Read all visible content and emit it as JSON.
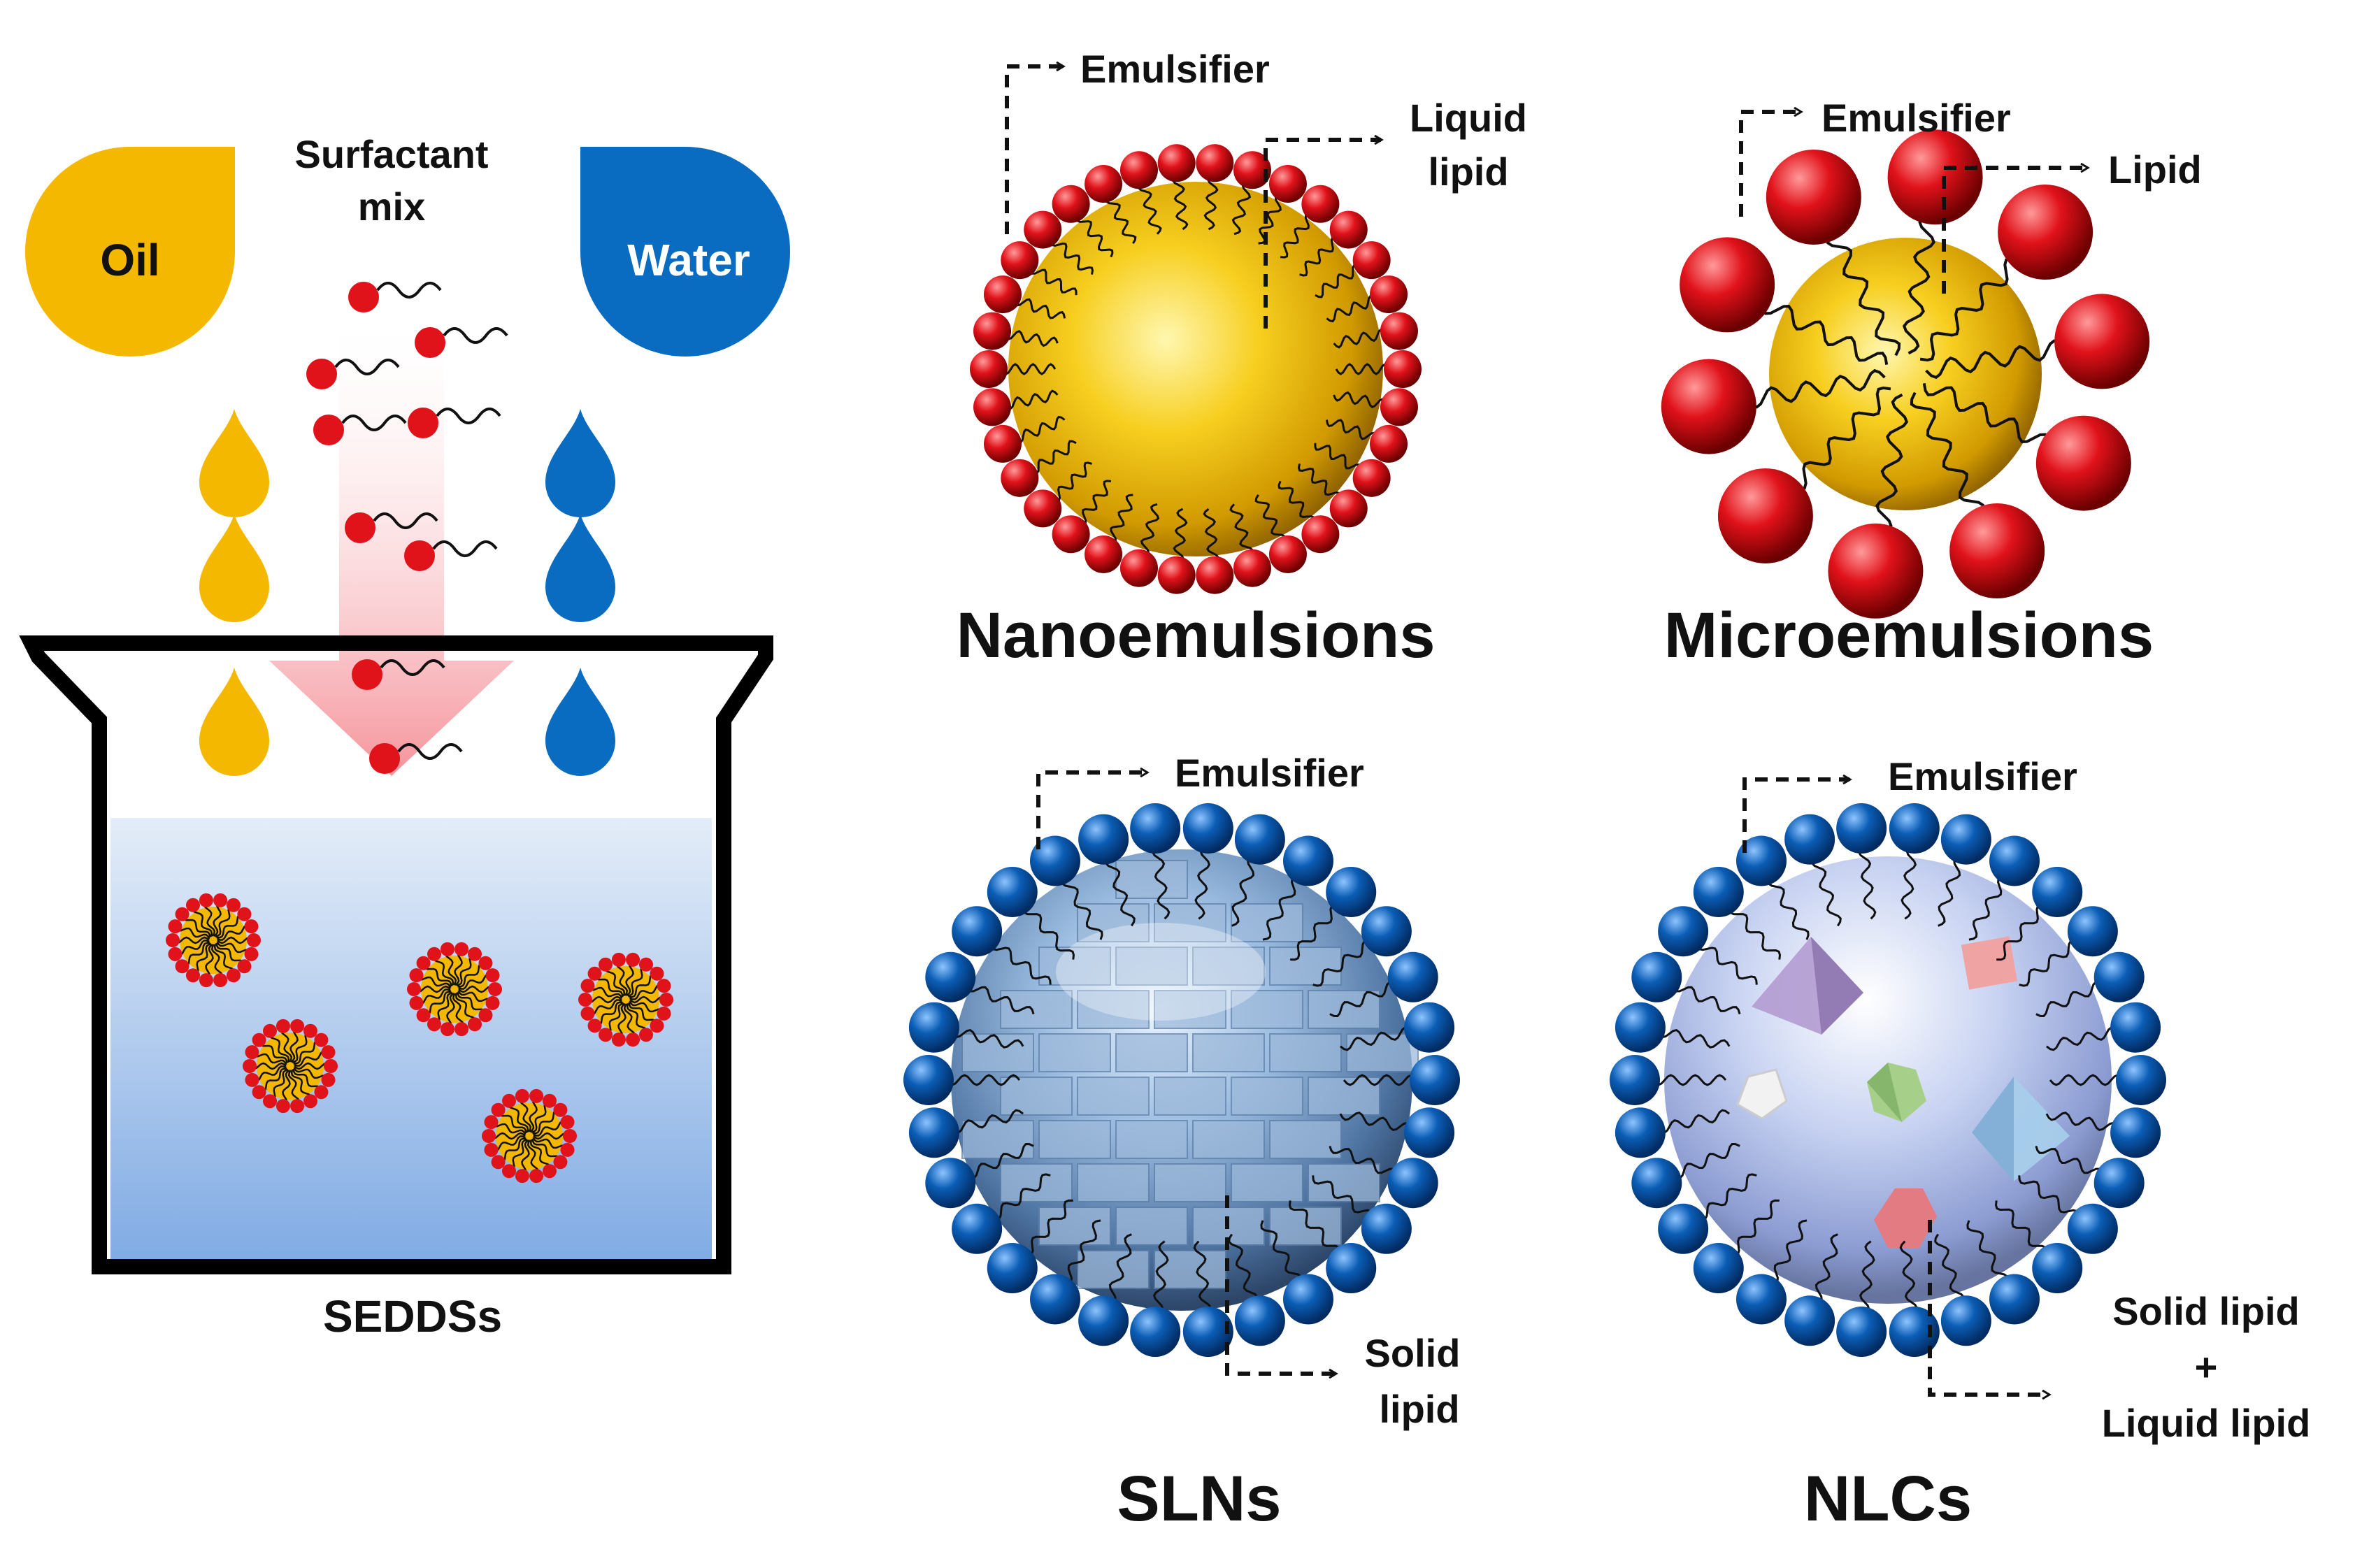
{
  "colors": {
    "oil": "#F5B800",
    "water": "#0A6CC0",
    "emulsifier_red": "#E0121A",
    "emulsifier_blue": "#0B5DB5",
    "beaker_liquid_top": "#DCE8F6",
    "beaker_liquid_bottom": "#7FAAE4",
    "arrow_pink": "#F5A0A6"
  },
  "seddss": {
    "oil_label": "Oil",
    "water_label": "Water",
    "surfactant_line1": "Surfactant",
    "surfactant_line2": "mix",
    "title": "SEDDSs"
  },
  "nanoemulsions": {
    "emulsifier": "Emulsifier",
    "lipid_line1": "Liquid",
    "lipid_line2": "lipid",
    "title": "Nanoemulsions"
  },
  "microemulsions": {
    "emulsifier": "Emulsifier",
    "lipid": "Lipid",
    "title": "Microemulsions"
  },
  "slns": {
    "emulsifier": "Emulsifier",
    "lipid_line1": "Solid",
    "lipid_line2": "lipid",
    "title": "SLNs"
  },
  "nlcs": {
    "emulsifier": "Emulsifier",
    "lipid_line1": "Solid lipid",
    "lipid_line2": "+",
    "lipid_line3": "Liquid lipid",
    "title": "NLCs"
  }
}
